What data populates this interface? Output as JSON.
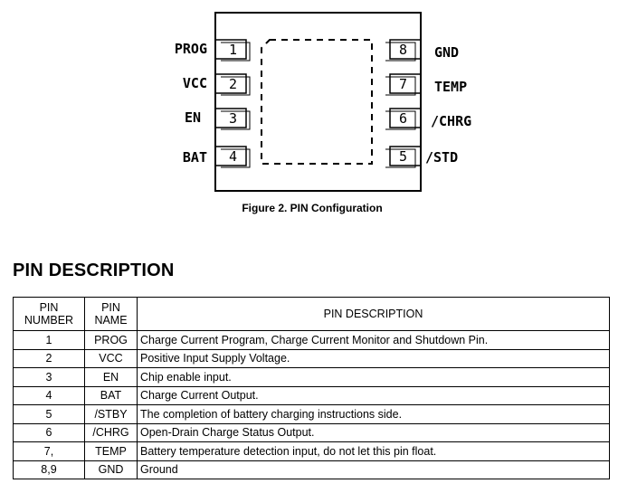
{
  "figure": {
    "caption": "Figure 2.  PIN Configuration",
    "left_pins": [
      {
        "number": "1",
        "label": "PROG"
      },
      {
        "number": "2",
        "label": "VCC"
      },
      {
        "number": "3",
        "label": "EN"
      },
      {
        "number": "4",
        "label": "BAT"
      }
    ],
    "right_pins": [
      {
        "number": "8",
        "label": "GND"
      },
      {
        "number": "7",
        "label": "TEMP"
      },
      {
        "number": "6",
        "label": "/CHRG"
      },
      {
        "number": "5",
        "label": "/STD"
      }
    ]
  },
  "section_title": "PIN DESCRIPTION",
  "table": {
    "headers": {
      "number_line1": "PIN",
      "number_line2": "NUMBER",
      "name_line1": "PIN",
      "name_line2": "NAME",
      "description": "PIN DESCRIPTION"
    },
    "rows": [
      {
        "number": "1",
        "name": "PROG",
        "description": "Charge Current Program, Charge Current Monitor and Shutdown Pin."
      },
      {
        "number": "2",
        "name": "VCC",
        "description": "Positive Input Supply Voltage."
      },
      {
        "number": "3",
        "name": "EN",
        "description": "Chip enable input."
      },
      {
        "number": "4",
        "name": "BAT",
        "description": "Charge Current Output."
      },
      {
        "number": "5",
        "name": "/STBY",
        "description": "The completion of battery charging instructions side."
      },
      {
        "number": "6",
        "name": "/CHRG",
        "description": "Open-Drain Charge Status Output."
      },
      {
        "number": "7,",
        "name": "TEMP",
        "description": "Battery temperature detection input, do not let this pin float."
      },
      {
        "number": "8,9",
        "name": "GND",
        "description": "Ground"
      }
    ]
  }
}
